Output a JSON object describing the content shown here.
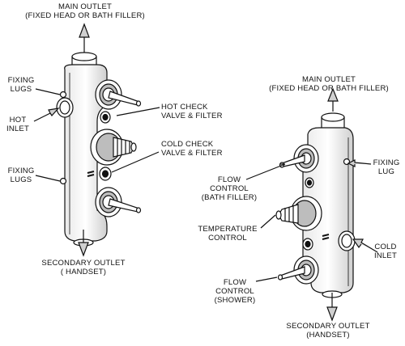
{
  "left_diagram": {
    "main_outlet": {
      "line1": "MAIN OUTLET",
      "line2": "(FIXED HEAD OR BATH FILLER)"
    },
    "fixing_lugs_top": {
      "line1": "FIXING",
      "line2": "LUGS"
    },
    "hot_inlet": {
      "line1": "HOT",
      "line2": "INLET"
    },
    "hot_check": {
      "line1": "HOT CHECK",
      "line2": "VALVE & FILTER"
    },
    "cold_check": {
      "line1": "COLD CHECK",
      "line2": "VALVE & FILTER"
    },
    "fixing_lugs_bottom": {
      "line1": "FIXING",
      "line2": "LUGS"
    },
    "secondary_outlet": {
      "line1": "SECONDARY OUTLET",
      "line2": "( HANDSET)"
    }
  },
  "right_diagram": {
    "main_outlet": {
      "line1": "MAIN OUTLET",
      "line2": "(FIXED HEAD OR BATH FILLER)"
    },
    "fixing_lug": {
      "line1": "FIXING",
      "line2": "LUG"
    },
    "flow_control_bath": {
      "line1": "FLOW",
      "line2": "CONTROL",
      "line3": "(BATH FILLER)"
    },
    "temperature_control": {
      "line1": "TEMPERATURE",
      "line2": "CONTROL"
    },
    "cold_inlet": {
      "line1": "COLD",
      "line2": "INLET"
    },
    "flow_control_shower": {
      "line1": "FLOW",
      "line2": "CONTROL",
      "line3": "(SHOWER)"
    },
    "secondary_outlet": {
      "line1": "SECONDARY OUTLET",
      "line2": "(HANDSET)"
    }
  },
  "colors": {
    "ink": "#111111",
    "body_fill": "#ffffff",
    "shade": "#bdbdbd",
    "arrow_fill": "#d0d0d0"
  }
}
